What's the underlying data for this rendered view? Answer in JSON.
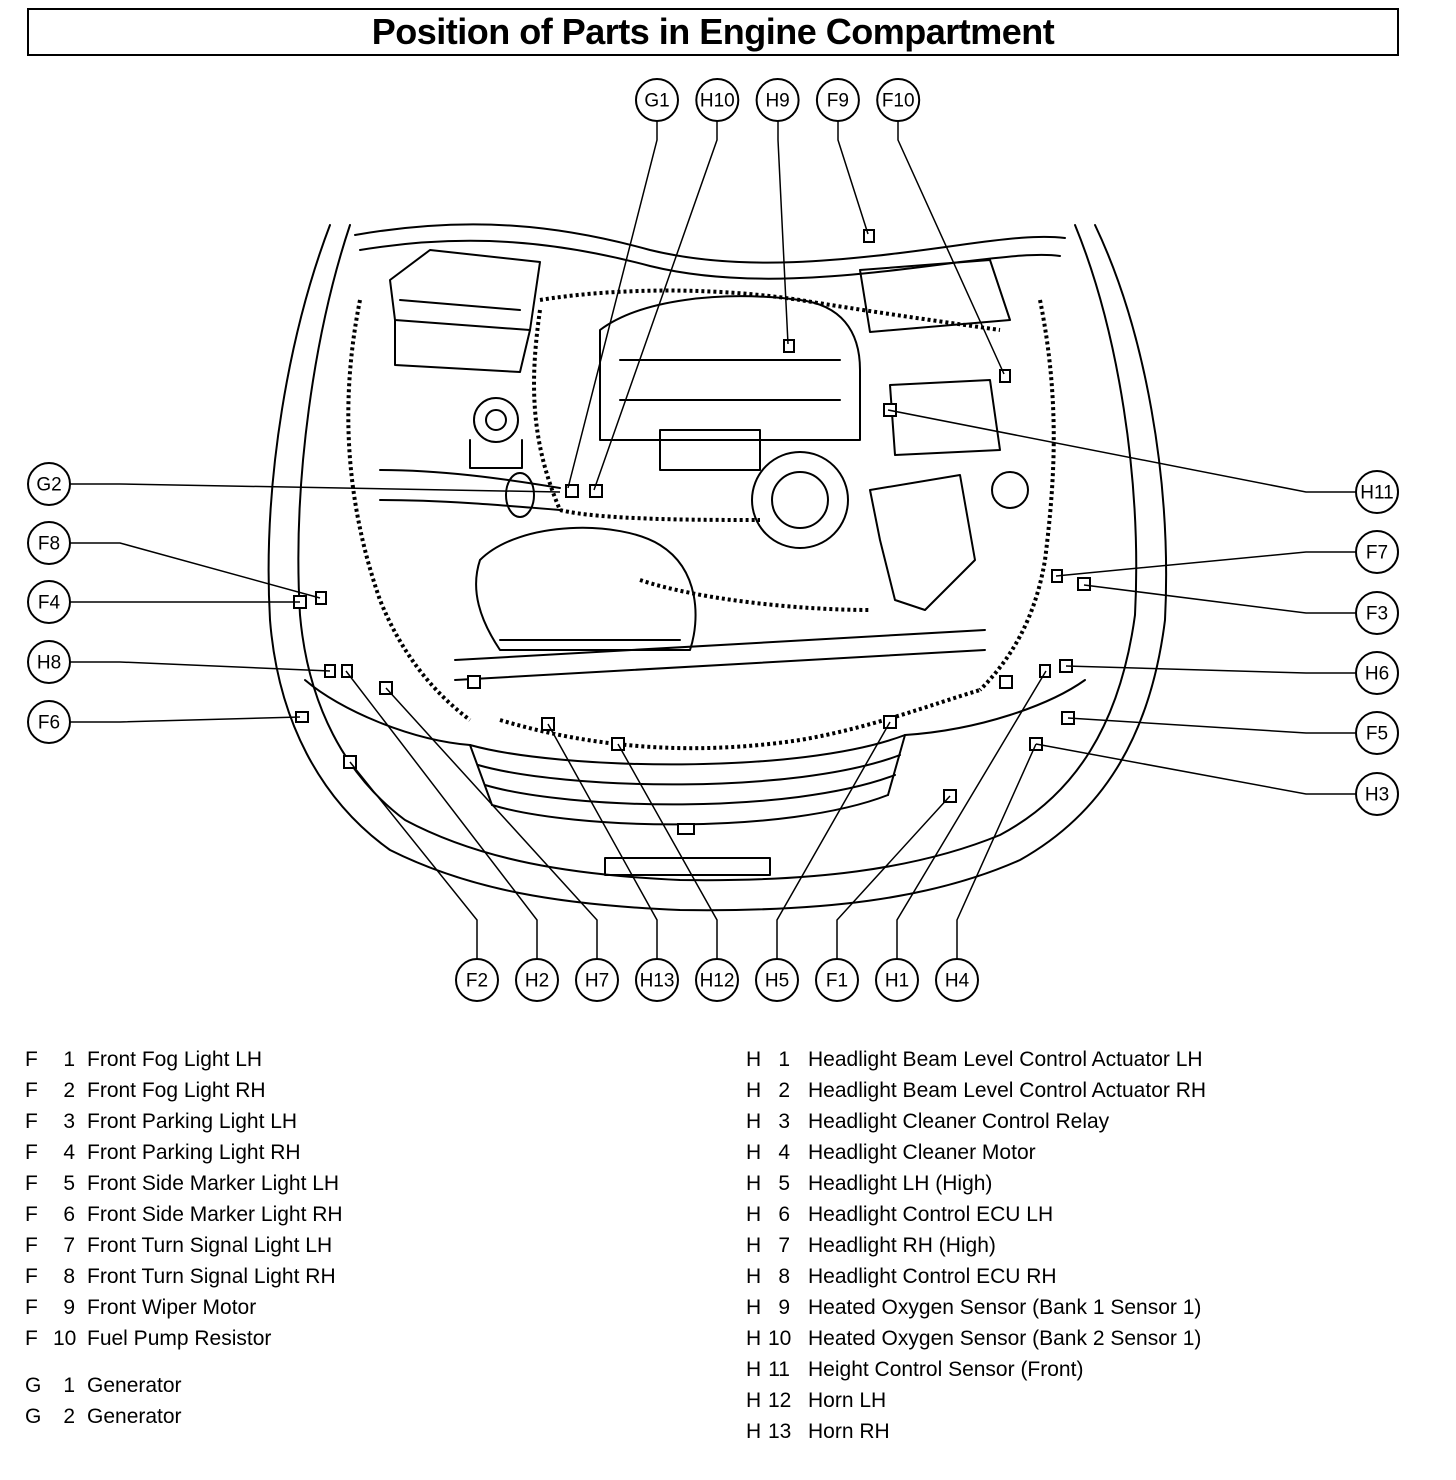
{
  "title": "Position of Parts in Engine Compartment",
  "callouts": {
    "top": [
      "G1",
      "H10",
      "H9",
      "F9",
      "F10"
    ],
    "left": [
      "G2",
      "F8",
      "F4",
      "H8",
      "F6"
    ],
    "right": [
      "H11",
      "F7",
      "F3",
      "H6",
      "F5",
      "H3"
    ],
    "bottom": [
      "F2",
      "H2",
      "H7",
      "H13",
      "H12",
      "H5",
      "F1",
      "H1",
      "H4"
    ]
  },
  "legend_left": [
    {
      "letter": "F",
      "num": "1",
      "desc": "Front Fog Light LH"
    },
    {
      "letter": "F",
      "num": "2",
      "desc": "Front Fog Light RH"
    },
    {
      "letter": "F",
      "num": "3",
      "desc": "Front Parking Light LH"
    },
    {
      "letter": "F",
      "num": "4",
      "desc": "Front Parking Light RH"
    },
    {
      "letter": "F",
      "num": "5",
      "desc": "Front Side Marker Light LH"
    },
    {
      "letter": "F",
      "num": "6",
      "desc": "Front Side Marker Light RH"
    },
    {
      "letter": "F",
      "num": "7",
      "desc": "Front Turn Signal Light LH"
    },
    {
      "letter": "F",
      "num": "8",
      "desc": "Front Turn Signal Light RH"
    },
    {
      "letter": "F",
      "num": "9",
      "desc": "Front Wiper Motor"
    },
    {
      "letter": "F",
      "num": "10",
      "desc": "Fuel Pump Resistor"
    },
    {
      "letter": "G",
      "num": "1",
      "desc": "Generator"
    },
    {
      "letter": "G",
      "num": "2",
      "desc": "Generator"
    }
  ],
  "legend_right": [
    {
      "letter": "H",
      "num": "1",
      "desc": "Headlight Beam Level Control Actuator LH"
    },
    {
      "letter": "H",
      "num": "2",
      "desc": "Headlight Beam Level Control Actuator RH"
    },
    {
      "letter": "H",
      "num": "3",
      "desc": "Headlight Cleaner Control Relay"
    },
    {
      "letter": "H",
      "num": "4",
      "desc": "Headlight Cleaner Motor"
    },
    {
      "letter": "H",
      "num": "5",
      "desc": "Headlight LH (High)"
    },
    {
      "letter": "H",
      "num": "6",
      "desc": "Headlight Control ECU LH"
    },
    {
      "letter": "H",
      "num": "7",
      "desc": "Headlight RH (High)"
    },
    {
      "letter": "H",
      "num": "8",
      "desc": "Headlight Control ECU RH"
    },
    {
      "letter": "H",
      "num": "9",
      "desc": "Heated Oxygen Sensor (Bank 1 Sensor 1)"
    },
    {
      "letter": "H",
      "num": "10",
      "desc": "Heated Oxygen Sensor (Bank 2 Sensor 1)"
    },
    {
      "letter": "H",
      "num": "11",
      "desc": "Height Control Sensor (Front)"
    },
    {
      "letter": "H",
      "num": "12",
      "desc": "Horn LH"
    },
    {
      "letter": "H",
      "num": "13",
      "desc": "Horn RH"
    }
  ]
}
